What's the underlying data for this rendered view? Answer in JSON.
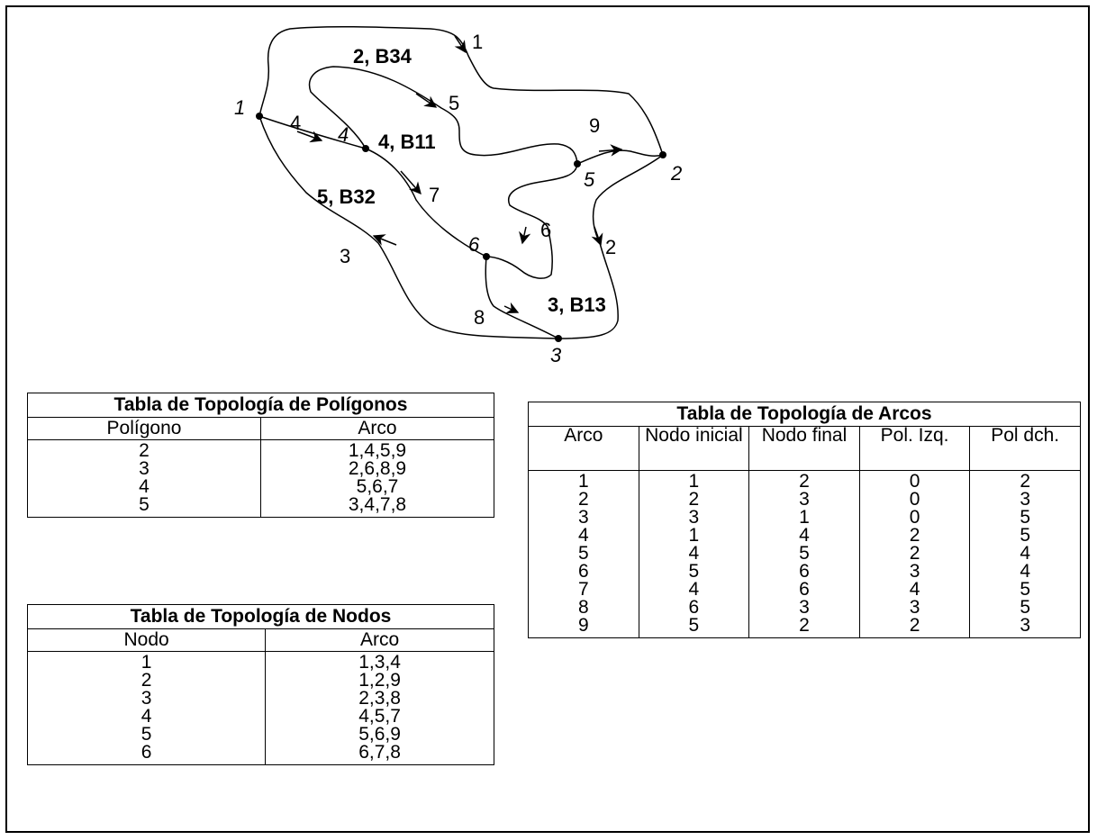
{
  "diagram": {
    "polygons": [
      {
        "id": "poly-2",
        "label": "2, B34"
      },
      {
        "id": "poly-4",
        "label": "4, B11"
      },
      {
        "id": "poly-5",
        "label": "5, B32"
      },
      {
        "id": "poly-3",
        "label": "3, B13"
      }
    ],
    "arcs": [
      {
        "id": "arc-1",
        "label": "1"
      },
      {
        "id": "arc-2",
        "label": "2"
      },
      {
        "id": "arc-3",
        "label": "3"
      },
      {
        "id": "arc-4",
        "label": "4"
      },
      {
        "id": "arc-5",
        "label": "5"
      },
      {
        "id": "arc-6",
        "label": "6"
      },
      {
        "id": "arc-7",
        "label": "7"
      },
      {
        "id": "arc-8",
        "label": "8"
      },
      {
        "id": "arc-9",
        "label": "9"
      }
    ],
    "nodes": [
      {
        "id": "node-1",
        "label": "1"
      },
      {
        "id": "node-2",
        "label": "2"
      },
      {
        "id": "node-3",
        "label": "3"
      },
      {
        "id": "node-4",
        "label": "4"
      },
      {
        "id": "node-5",
        "label": "5"
      },
      {
        "id": "node-6",
        "label": "6"
      }
    ]
  },
  "polygon_table": {
    "title": "Tabla de Topología de Polígonos",
    "headers": [
      "Polígono",
      "Arco"
    ],
    "rows": [
      [
        "2",
        "1,4,5,9"
      ],
      [
        "3",
        "2,6,8,9"
      ],
      [
        "4",
        "5,6,7"
      ],
      [
        "5",
        "3,4,7,8"
      ]
    ]
  },
  "node_table": {
    "title": "Tabla de Topología de Nodos",
    "headers": [
      "Nodo",
      "Arco"
    ],
    "rows": [
      [
        "1",
        "1,3,4"
      ],
      [
        "2",
        "1,2,9"
      ],
      [
        "3",
        "2,3,8"
      ],
      [
        "4",
        "4,5,7"
      ],
      [
        "5",
        "5,6,9"
      ],
      [
        "6",
        "6,7,8"
      ]
    ]
  },
  "arc_table": {
    "title": "Tabla de Topología de Arcos",
    "headers": [
      "Arco",
      "Nodo inicial",
      "Nodo final",
      "Pol. Izq.",
      "Pol dch."
    ],
    "rows": [
      [
        "1",
        "1",
        "2",
        "0",
        "2"
      ],
      [
        "2",
        "2",
        "3",
        "0",
        "3"
      ],
      [
        "3",
        "3",
        "1",
        "0",
        "5"
      ],
      [
        "4",
        "1",
        "4",
        "2",
        "5"
      ],
      [
        "5",
        "4",
        "5",
        "2",
        "4"
      ],
      [
        "6",
        "5",
        "6",
        "3",
        "4"
      ],
      [
        "7",
        "4",
        "6",
        "4",
        "5"
      ],
      [
        "8",
        "6",
        "3",
        "3",
        "5"
      ],
      [
        "9",
        "5",
        "2",
        "2",
        "3"
      ]
    ]
  }
}
